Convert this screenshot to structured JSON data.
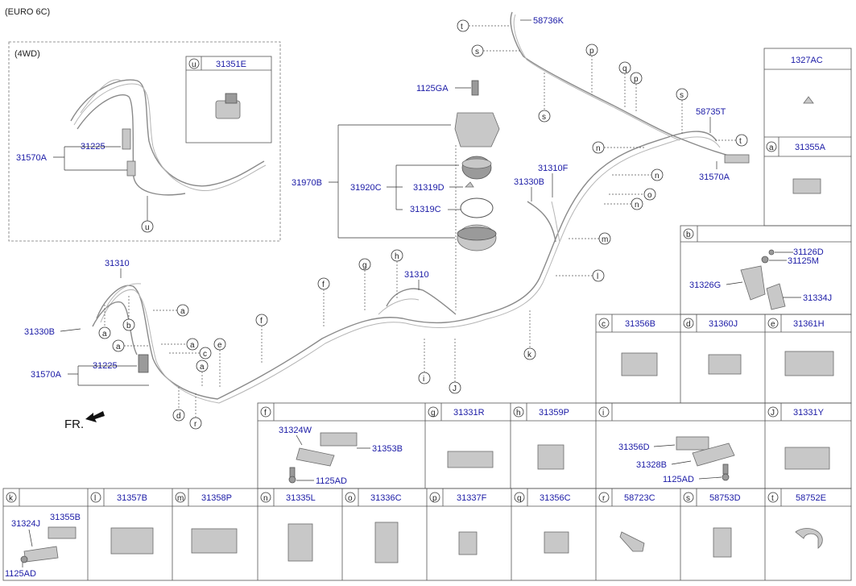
{
  "header": {
    "variant": "(EURO 6C)",
    "sub_variant": "(4WD)"
  },
  "front_label": "FR.",
  "callouts": {
    "c58736K": "58736K",
    "c1125GA": "1125GA",
    "c31970B": "31970B",
    "c31920C": "31920C",
    "c31319D": "31319D",
    "c31319C": "31319C",
    "c31330B_top": "31330B",
    "c31310F": "31310F",
    "c58735T": "58735T",
    "c31570A_right": "31570A",
    "c31310_left": "31310",
    "c31310_mid": "31310",
    "c31330B_left": "31330B",
    "c31225_left": "31225",
    "c31570A_left": "31570A",
    "c31225_4wd": "31225",
    "c31570A_4wd": "31570A",
    "c31324W": "31324W",
    "c31353B": "31353B",
    "c1125AD_f": "1125AD",
    "c31356D": "31356D",
    "c31328B": "31328B",
    "c1125AD_i": "1125AD",
    "c31324J": "31324J",
    "c31355B": "31355B",
    "c1125AD_k": "1125AD",
    "c31126D": "31126D",
    "c31125M": "31125M",
    "c31326G": "31326G",
    "c31334J": "31334J"
  },
  "refs": {
    "t1": "t",
    "s1": "s",
    "s2": "s",
    "p1": "p",
    "q1": "q",
    "p2": "p",
    "s3": "s",
    "t2": "t",
    "n1": "n",
    "n2": "n",
    "o1": "o",
    "n3": "n",
    "m1": "m",
    "l1": "l",
    "k1": "k",
    "j1": "J",
    "i1": "i",
    "h1": "h",
    "g1": "g",
    "f1": "f",
    "f2": "f",
    "e1": "e",
    "a1": "a",
    "a2": "a",
    "a3": "a",
    "a4": "a",
    "a5": "a",
    "b1": "b",
    "c1": "c",
    "d1": "d",
    "r1": "r",
    "u1": "u"
  },
  "legend_right": [
    {
      "key": "",
      "code": "1327AC"
    },
    {
      "key": "a",
      "code": "31355A"
    },
    {
      "key": "b",
      "code": ""
    },
    {
      "key": "c",
      "code": "31356B"
    },
    {
      "key": "d",
      "code": "31360J"
    },
    {
      "key": "e",
      "code": "31361H"
    }
  ],
  "legend_mid": [
    {
      "key": "f",
      "code": ""
    },
    {
      "key": "g",
      "code": "31331R"
    },
    {
      "key": "h",
      "code": "31359P"
    },
    {
      "key": "i",
      "code": ""
    },
    {
      "key": "J",
      "code": "31331Y"
    }
  ],
  "legend_bottom": [
    {
      "key": "k",
      "code": ""
    },
    {
      "key": "l",
      "code": "31357B"
    },
    {
      "key": "m",
      "code": "31358P"
    },
    {
      "key": "n",
      "code": "31335L"
    },
    {
      "key": "o",
      "code": "31336C"
    },
    {
      "key": "p",
      "code": "31337F"
    },
    {
      "key": "q",
      "code": "31356C"
    },
    {
      "key": "r",
      "code": "58723C"
    },
    {
      "key": "s",
      "code": "58753D"
    },
    {
      "key": "t",
      "code": "58752E"
    }
  ],
  "inset_u": {
    "key": "u",
    "code": "31351E"
  }
}
